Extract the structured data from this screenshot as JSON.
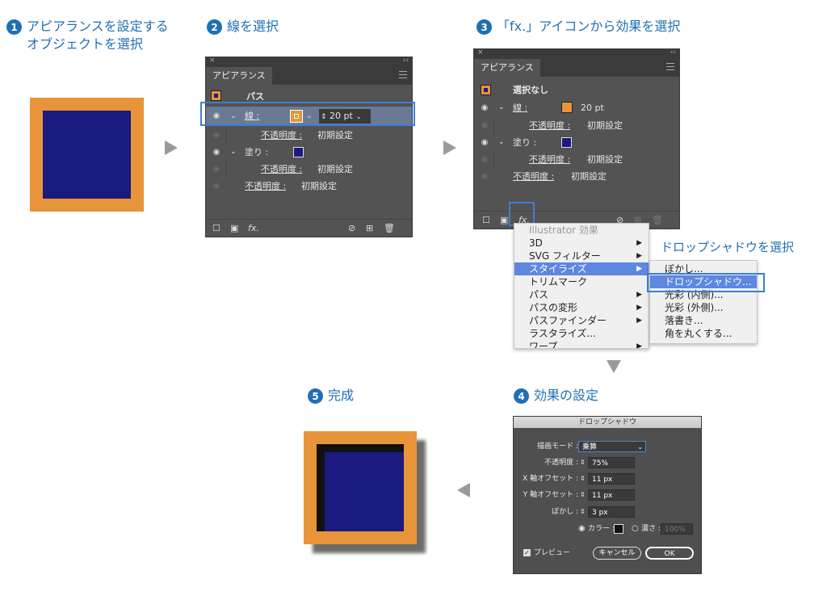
{
  "colors": {
    "accent": "#1f6fb5",
    "orange": "#e8943a",
    "navy": "#1a1a80",
    "highlight": "#3b7fd1",
    "panel": "#535353"
  },
  "steps": {
    "s1": {
      "num": "1",
      "line1": "アピアランスを設定する",
      "line2": "オブジェクトを選択"
    },
    "s2": {
      "num": "2",
      "label": "線を選択"
    },
    "s3": {
      "num": "3",
      "label": "「fx.」アイコンから効果を選択"
    },
    "s4": {
      "num": "4",
      "label": "効果の設定"
    },
    "s5": {
      "num": "5",
      "label": "完成"
    }
  },
  "panel1": {
    "close": "×",
    "collapse": "‹‹",
    "tab": "アピアランス",
    "object": "パス",
    "stroke_label": "線 :",
    "stroke_value": "20 pt",
    "opacity_label": "不透明度 :",
    "opacity_value": "初期設定",
    "fill_label": "塗り :",
    "fill_opacity_label": "不透明度 :",
    "fill_opacity_value": "初期設定",
    "obj_opacity_label": "不透明度 :",
    "obj_opacity_value": "初期設定",
    "fx": "fx."
  },
  "panel2": {
    "close": "×",
    "collapse": "‹‹",
    "tab": "アピアランス",
    "object": "選択なし",
    "stroke_label": "線 :",
    "stroke_value": "20 pt",
    "opacity_label": "不透明度 :",
    "opacity_value": "初期設定",
    "fill_label": "塗り :",
    "fill_opacity_label": "不透明度 :",
    "fill_opacity_value": "初期設定",
    "obj_opacity_label": "不透明度 :",
    "obj_opacity_value": "初期設定",
    "fx": "fx."
  },
  "menu": {
    "header": "Illustrator 効果",
    "items": [
      "3D",
      "SVG フィルター",
      "スタイライズ",
      "トリムマーク",
      "パス",
      "パスの変形",
      "パスファインダー",
      "ラスタライズ...",
      "ワープ"
    ]
  },
  "submenu": {
    "items": [
      "ぼかし...",
      "ドロップシャドウ...",
      "光彩 (内側)...",
      "光彩 (外側)...",
      "落書き...",
      "角を丸くする..."
    ]
  },
  "callout": "ドロップシャドウを選択",
  "dialog": {
    "title": "ドロップシャドウ",
    "mode_label": "描画モード :",
    "mode_value": "乗算",
    "opacity_label": "不透明度 :",
    "opacity_value": "75%",
    "xoff_label": "X 軸オフセット :",
    "xoff_value": "11 px",
    "yoff_label": "Y 軸オフセット :",
    "yoff_value": "11 px",
    "blur_label": "ぼかし :",
    "blur_value": "3 px",
    "color_label": "カラー :",
    "darkness_label": "濃さ :",
    "darkness_value": "100%",
    "preview_label": "プレビュー",
    "cancel": "キャンセル",
    "ok": "OK"
  }
}
